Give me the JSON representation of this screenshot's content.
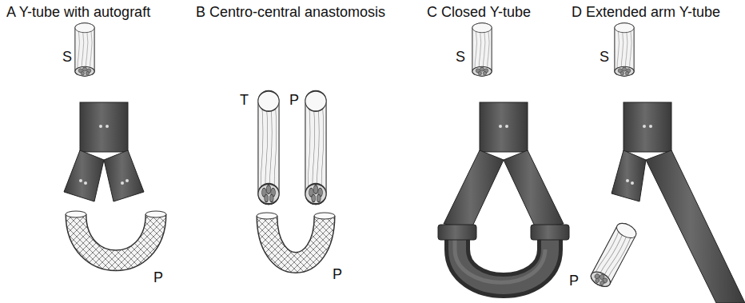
{
  "diagram": {
    "labels": [
      "A Y-tube with autograft",
      "B Centro-central anastomosis",
      "C Closed Y-tube",
      "D Extended arm Y-tube",
      "S",
      "P",
      "T",
      "P",
      "P",
      "S",
      "S",
      "P"
    ]
  }
}
